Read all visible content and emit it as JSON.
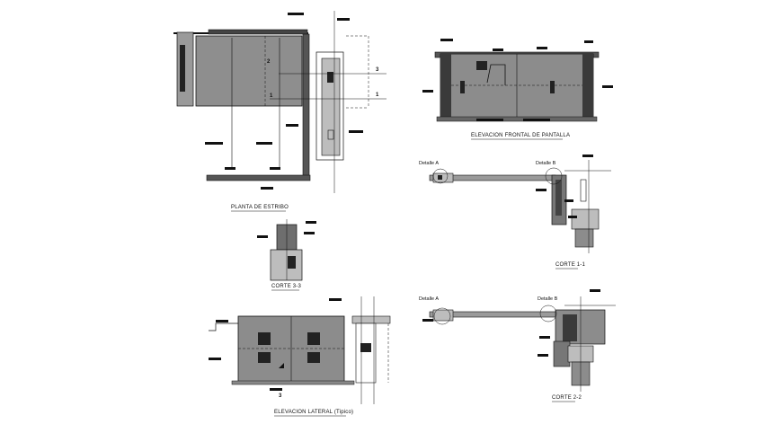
{
  "drawing": {
    "titles": {
      "plan": "PLANTA DE ESTRIBO",
      "front_elevation": "ELEVACION FRONTAL DE PANTALLA",
      "section_1": "CORTE 1-1",
      "section_2": "CORTE 2-2",
      "section_3": "CORTE 3-3",
      "side_elevation": "ELEVACION LATERAL (Tipico)"
    },
    "details": {
      "a_upper": "Detalle A",
      "b_upper": "Detalle B",
      "a_lower": "Detalle A",
      "b_lower": "Detalle B"
    },
    "markers": {
      "plan_2": "2",
      "plan_1": "1",
      "plan_3_right": "3",
      "plan_1_right": "1",
      "side_3": "3"
    },
    "colors": {
      "line": "#111111",
      "concrete_fill": "#8c8c8c",
      "light_fill": "#bdbdbd",
      "dark_fill": "#3a3a3a",
      "rebar_fill": "#1a1a1a"
    }
  }
}
